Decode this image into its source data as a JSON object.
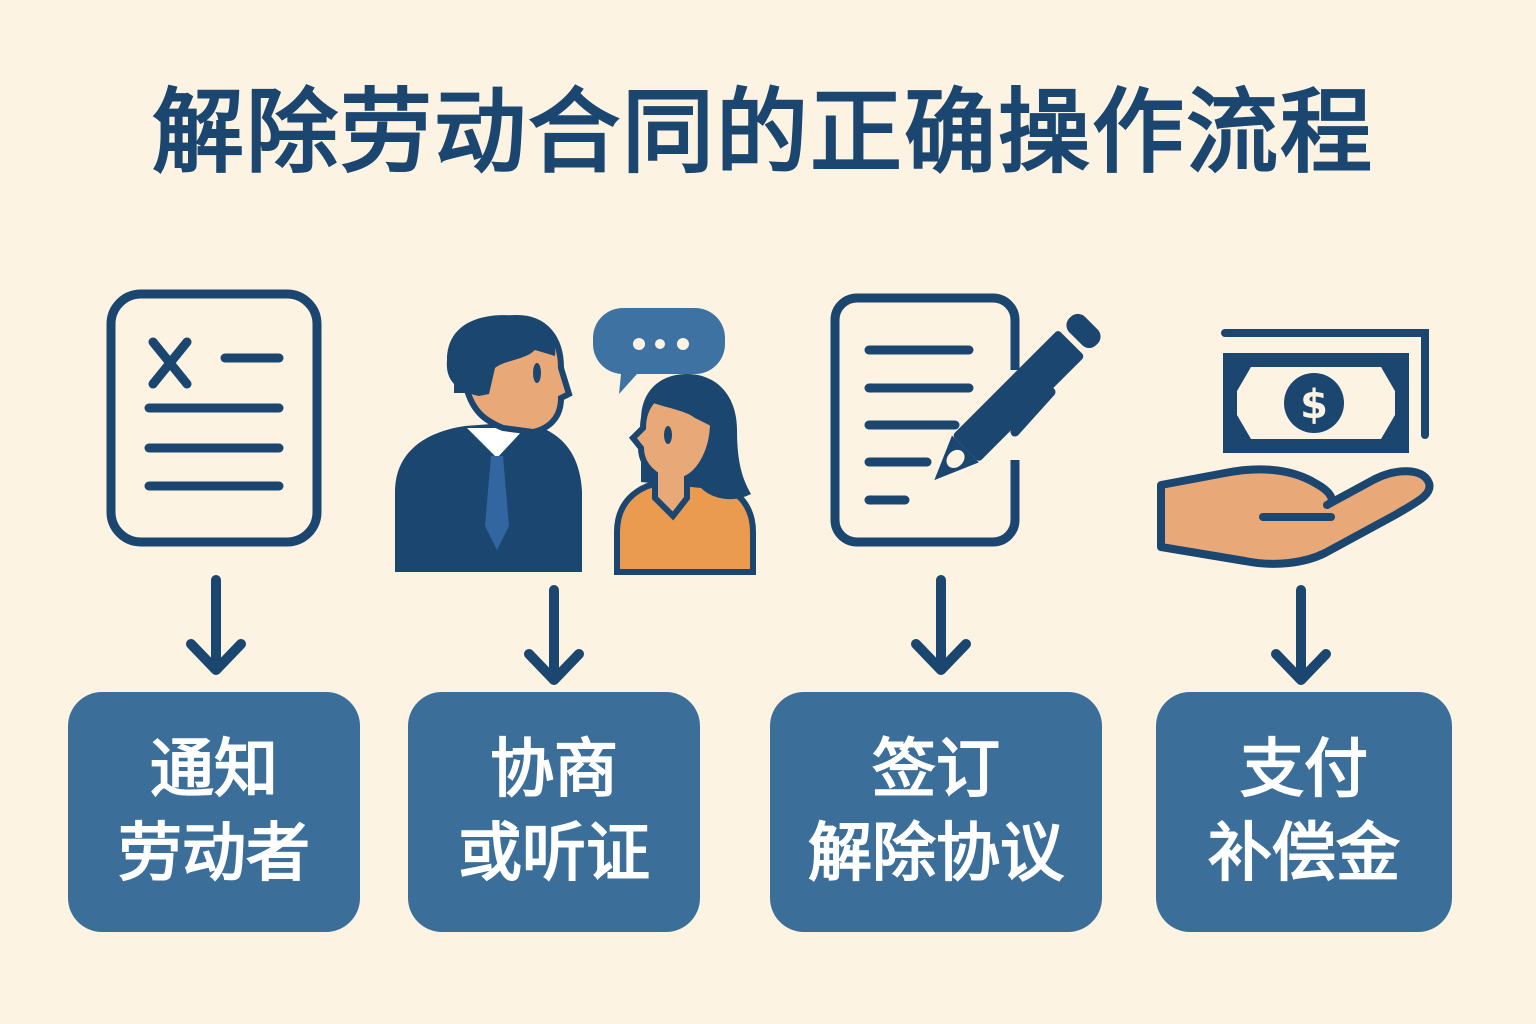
{
  "title": "解除劳动合同的正确操作流程",
  "colors": {
    "background": "#fcf3e3",
    "primary_navy": "#1b4670",
    "box_blue": "#3b6f9a",
    "skin": "#e8a878",
    "orange_shirt": "#eb9b4f",
    "speech_bubble": "#3d72a3"
  },
  "steps": [
    {
      "icon": "document-x-icon",
      "line1": "通知",
      "line2": "劳动者"
    },
    {
      "icon": "conversation-people-icon",
      "line1": "协商",
      "line2": "或听证"
    },
    {
      "icon": "document-sign-pen-icon",
      "line1": "签订",
      "line2": "解除协议"
    },
    {
      "icon": "hand-money-icon",
      "line1": "支付",
      "line2": "补偿金"
    }
  ]
}
